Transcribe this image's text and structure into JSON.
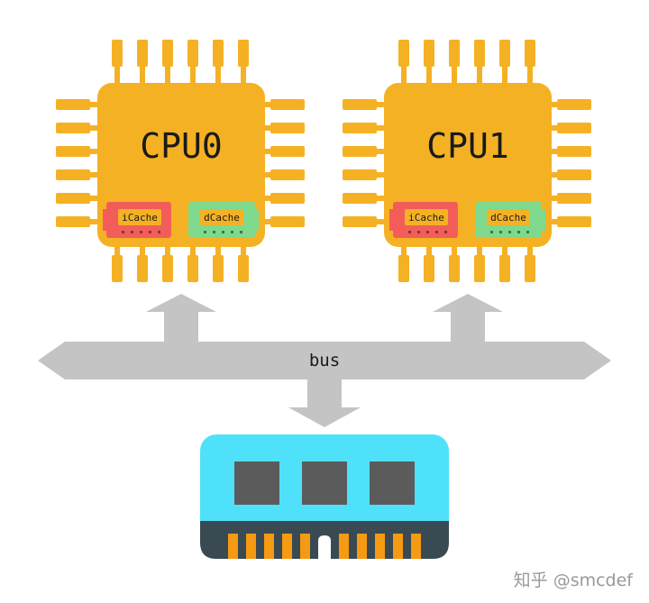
{
  "cpus": [
    {
      "label": "CPU0",
      "icache": "iCache",
      "dcache": "dCache"
    },
    {
      "label": "CPU1",
      "icache": "iCache",
      "dcache": "dCache"
    }
  ],
  "bus": {
    "label": "bus"
  },
  "watermark": "知乎 @smcdef",
  "colors": {
    "cpu": "#F5B124",
    "icache": "#F25D5A",
    "dcache": "#7ED98C",
    "bus": "#C4C4C4",
    "memory_body": "#4FE1FA",
    "memory_base": "#3A4A52",
    "memory_chip": "#5B5B5B",
    "memory_pin": "#F59A12"
  }
}
